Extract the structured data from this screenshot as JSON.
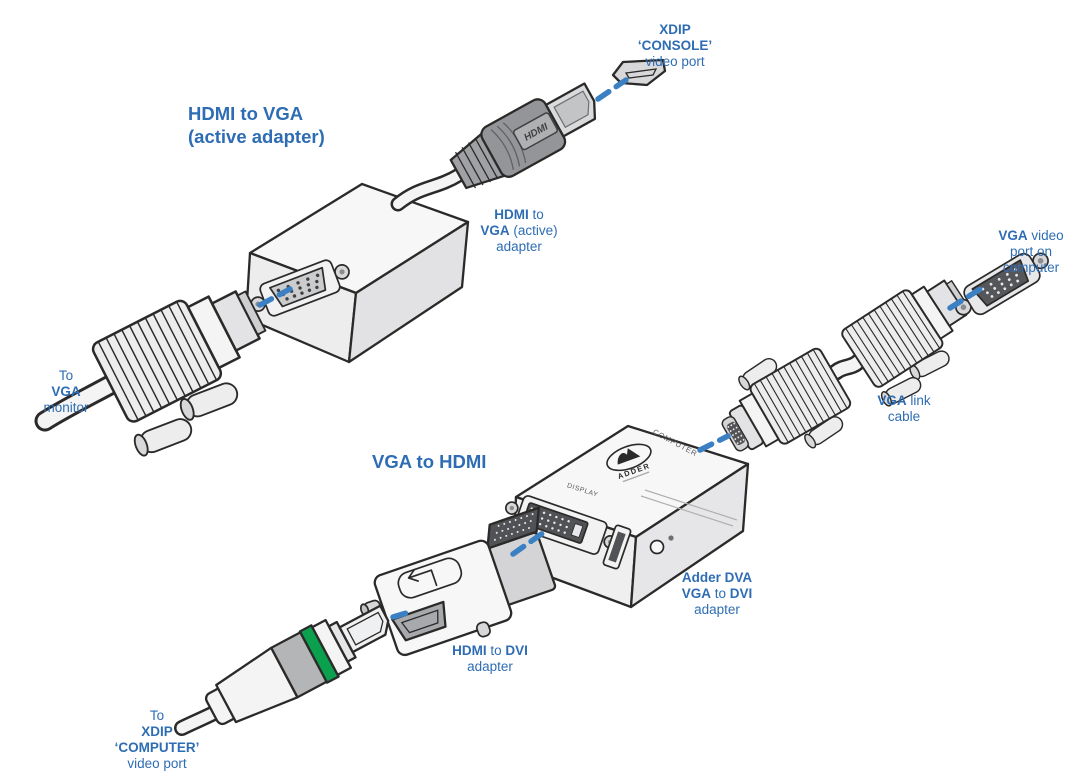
{
  "colors": {
    "background": "#ffffff",
    "label_blue": "#2e6db4",
    "dash_blue": "#3a80c2",
    "outline": "#2b2a29",
    "green_ring": "#0aa04e"
  },
  "labels": {
    "heading_hdmi_to_vga": {
      "lines": [
        [
          {
            "t": "HDMI to VGA",
            "b": 1
          }
        ],
        [
          {
            "t": "(active adapter)",
            "b": 1
          }
        ]
      ]
    },
    "heading_vga_to_hdmi": {
      "lines": [
        [
          {
            "t": "VGA to HDMI",
            "b": 1
          }
        ]
      ]
    },
    "xdip_console_port": {
      "lines": [
        [
          {
            "t": "XDIP",
            "b": 1
          }
        ],
        [
          {
            "t": "‘CONSOLE’",
            "b": 1
          }
        ],
        [
          {
            "t": "video port",
            "b": 0
          }
        ]
      ]
    },
    "hdmi_to_vga_adapter": {
      "lines": [
        [
          {
            "t": "HDMI",
            "b": 1
          },
          {
            "t": " to",
            "b": 0
          }
        ],
        [
          {
            "t": "VGA",
            "b": 1
          },
          {
            "t": " (active)",
            "b": 0
          }
        ],
        [
          {
            "t": "adapter",
            "b": 0
          }
        ]
      ]
    },
    "to_vga_monitor": {
      "lines": [
        [
          {
            "t": "To",
            "b": 0
          }
        ],
        [
          {
            "t": "VGA",
            "b": 1
          }
        ],
        [
          {
            "t": "monitor",
            "b": 0
          }
        ]
      ]
    },
    "vga_video_port_on_computer": {
      "lines": [
        [
          {
            "t": "VGA",
            "b": 1
          },
          {
            "t": " video",
            "b": 0
          }
        ],
        [
          {
            "t": "port on",
            "b": 0
          }
        ],
        [
          {
            "t": "computer",
            "b": 0
          }
        ]
      ]
    },
    "vga_link_cable": {
      "lines": [
        [
          {
            "t": "VGA",
            "b": 1
          },
          {
            "t": " link",
            "b": 0
          }
        ],
        [
          {
            "t": "cable",
            "b": 0
          }
        ]
      ]
    },
    "adder_dva_adapter": {
      "lines": [
        [
          {
            "t": "Adder DVA",
            "b": 1
          }
        ],
        [
          {
            "t": "VGA",
            "b": 1
          },
          {
            "t": " to ",
            "b": 0
          },
          {
            "t": "DVI",
            "b": 1
          }
        ],
        [
          {
            "t": "adapter",
            "b": 0
          }
        ]
      ]
    },
    "hdmi_to_dvi_adapter": {
      "lines": [
        [
          {
            "t": "HDMI",
            "b": 1
          },
          {
            "t": " to ",
            "b": 0
          },
          {
            "t": "DVI",
            "b": 1
          }
        ],
        [
          {
            "t": "adapter",
            "b": 0
          }
        ]
      ]
    },
    "to_xdip_computer_port": {
      "lines": [
        [
          {
            "t": "To",
            "b": 0
          }
        ],
        [
          {
            "t": "XDIP",
            "b": 1
          }
        ],
        [
          {
            "t": "‘COMPUTER’",
            "b": 1
          }
        ],
        [
          {
            "t": "video port",
            "b": 0
          }
        ]
      ]
    }
  },
  "markings": {
    "hdmi_plug_logo": "HDMI",
    "adder_logo": "ADDER",
    "adder_box_computer_port": "COMPUTER",
    "adder_box_display_port": "DISPLAY"
  }
}
